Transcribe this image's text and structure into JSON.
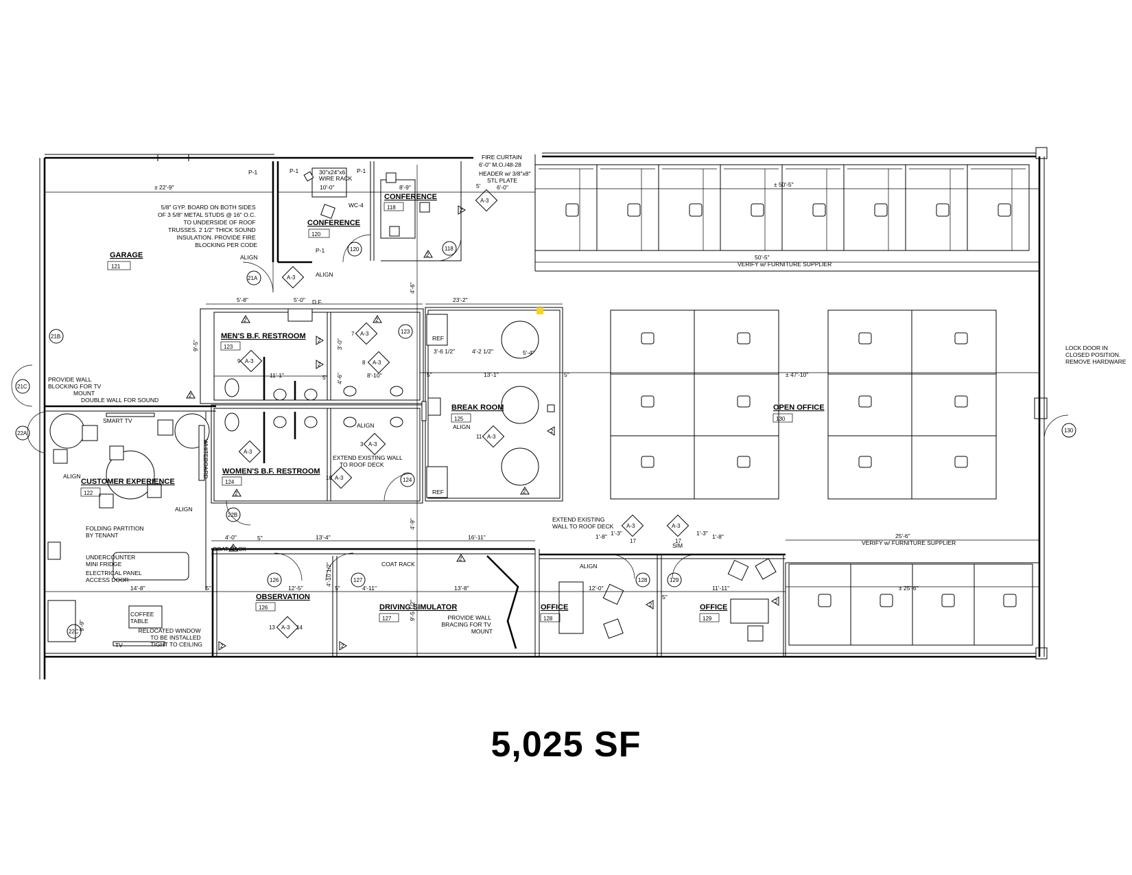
{
  "area_label": "5,025 SF",
  "rooms": [
    {
      "name": "GARAGE",
      "num": "121"
    },
    {
      "name": "CONFERENCE",
      "num": "120"
    },
    {
      "name": "CONFERENCE",
      "num": "118"
    },
    {
      "name": "MEN'S B.F. RESTROOM",
      "num": "123"
    },
    {
      "name": "WOMEN'S B.F. RESTROOM",
      "num": "124"
    },
    {
      "name": "BREAK ROOM",
      "num": "125"
    },
    {
      "name": "OPEN OFFICE",
      "num": "130"
    },
    {
      "name": "CUSTOMER EXPERIENCE",
      "num": "122"
    },
    {
      "name": "OBSERVATION",
      "num": "126"
    },
    {
      "name": "DRIVING SIMULATOR",
      "num": "127"
    },
    {
      "name": "OFFICE",
      "num": "128"
    },
    {
      "name": "OFFICE",
      "num": "129"
    }
  ],
  "notes": {
    "gyp_board": [
      "5/8\" GYP. BOARD ON BOTH SIDES",
      "OF 3 5/8\" METAL STUDS @ 16\" O.C.",
      "TO UNDERSIDE OF ROOF",
      "TRUSSES. 2 1/2\" THICK SOUND",
      "INSULATION. PROVIDE FIRE",
      "BLOCKING PER CODE"
    ],
    "tv_blocking": [
      "PROVIDE WALL",
      "BLOCKING FOR TV",
      "MOUNT",
      "DOUBLE WALL FOR SOUND"
    ],
    "lock_door": [
      "LOCK DOOR IN",
      "CLOSED POSITION.",
      "REMOVE HARDWARE"
    ],
    "verify_top": "VERIFY w/ FURNITURE SUPPLIER",
    "verify_bottom": "VERIFY w/ FURNITURE SUPPLIER",
    "extend_wall_restroom": [
      "EXTEND EXISTING WALL",
      "TO ROOF DECK"
    ],
    "extend_wall_office": [
      "EXTEND EXISTING",
      "WALL TO ROOF DECK"
    ],
    "folding_partition": [
      "FOLDING PARTITION",
      "BY TENANT"
    ],
    "undercounter": [
      "UNDERCOUNTER",
      "MINI FRIDGE"
    ],
    "electrical_panel": [
      "ELECTRICAL PANEL",
      "ACCESS DOOR"
    ],
    "coffee_table": [
      "COFFEE",
      "TABLE"
    ],
    "relocated_window": [
      "RELOCATED WINDOW",
      "TO BE INSTALLED",
      "TIGHT TO CEILING"
    ],
    "tv_bracing": [
      "PROVIDE WALL",
      "BRACING FOR TV",
      "MOUNT"
    ],
    "wire_rack": [
      "30\"x24\"x6",
      "WIRE RACK"
    ],
    "fire_curtain": "FIRE CURTAIN",
    "header": [
      "6'-0\" M.O./48-28",
      "HEADER w/ 3/8\"x8\"",
      "STL PLATE"
    ],
    "smart_tv": "SMART TV",
    "tv": "TV",
    "whiteboard": "WHITEBOARD",
    "coat_rack": "COAT RACK",
    "ref": "REF",
    "align": "ALIGN",
    "df": "D.F.",
    "sim": "SIM",
    "p1": "P-1",
    "wc4": "WC-4",
    "a3": "A-3"
  },
  "dimensions": {
    "garage_width": "± 22'-9\"",
    "conf120": "10'-0\"",
    "conf118": "8'-9\"",
    "header_6": "6'-0\"",
    "header_5": "5'",
    "open_top": "± 50'-5\"",
    "open_top_total": "50'-5\"",
    "open_mid": "± 47'-10\"",
    "open_bottom": "± 25'-6\"",
    "open_bottom_total": "25'-6\"",
    "men_w": "5'-8\"",
    "men_5": "5'-0\"",
    "men_11": "11'-1\"",
    "men_94": "9'-5\"",
    "break_w": "23'-2\"",
    "break_13": "13'-1\"",
    "break_42": "4'-2 1/2\"",
    "break_54": "5'-4\"",
    "break_36": "3'-6 1/2\"",
    "rest_810": "8'-10\"",
    "rest_30": "3'-0\"",
    "rest_46": "4'-6\"",
    "five": "5\"",
    "corr_4": "4'-0\"",
    "obs_134": "13'-4\"",
    "sim_1611": "16'-11\"",
    "obs_125": "12'-5\"",
    "sim_411": "4'-11\"",
    "sim_138": "13'-8\"",
    "cust_148": "14'-8\"",
    "off_120": "12'-0\"",
    "off_1111": "11'-11\"",
    "off_18": "1'-8\"",
    "off_13": "1'-3\"",
    "v_46": "4'-6\"",
    "v_49": "4'-9\"",
    "v_41": "4'-10 1/2\"",
    "v_95": "9'-5 1/2\"",
    "v_99": "9'-9\""
  },
  "door_tags": [
    "120",
    "118",
    "21A",
    "21B",
    "21C",
    "22A",
    "22B",
    "22C",
    "123",
    "124",
    "126",
    "127",
    "128",
    "129",
    "130"
  ],
  "keynote": "2",
  "section_tags": [
    "9",
    "8",
    "7",
    "10",
    "11",
    "3",
    "13",
    "14",
    "17"
  ]
}
